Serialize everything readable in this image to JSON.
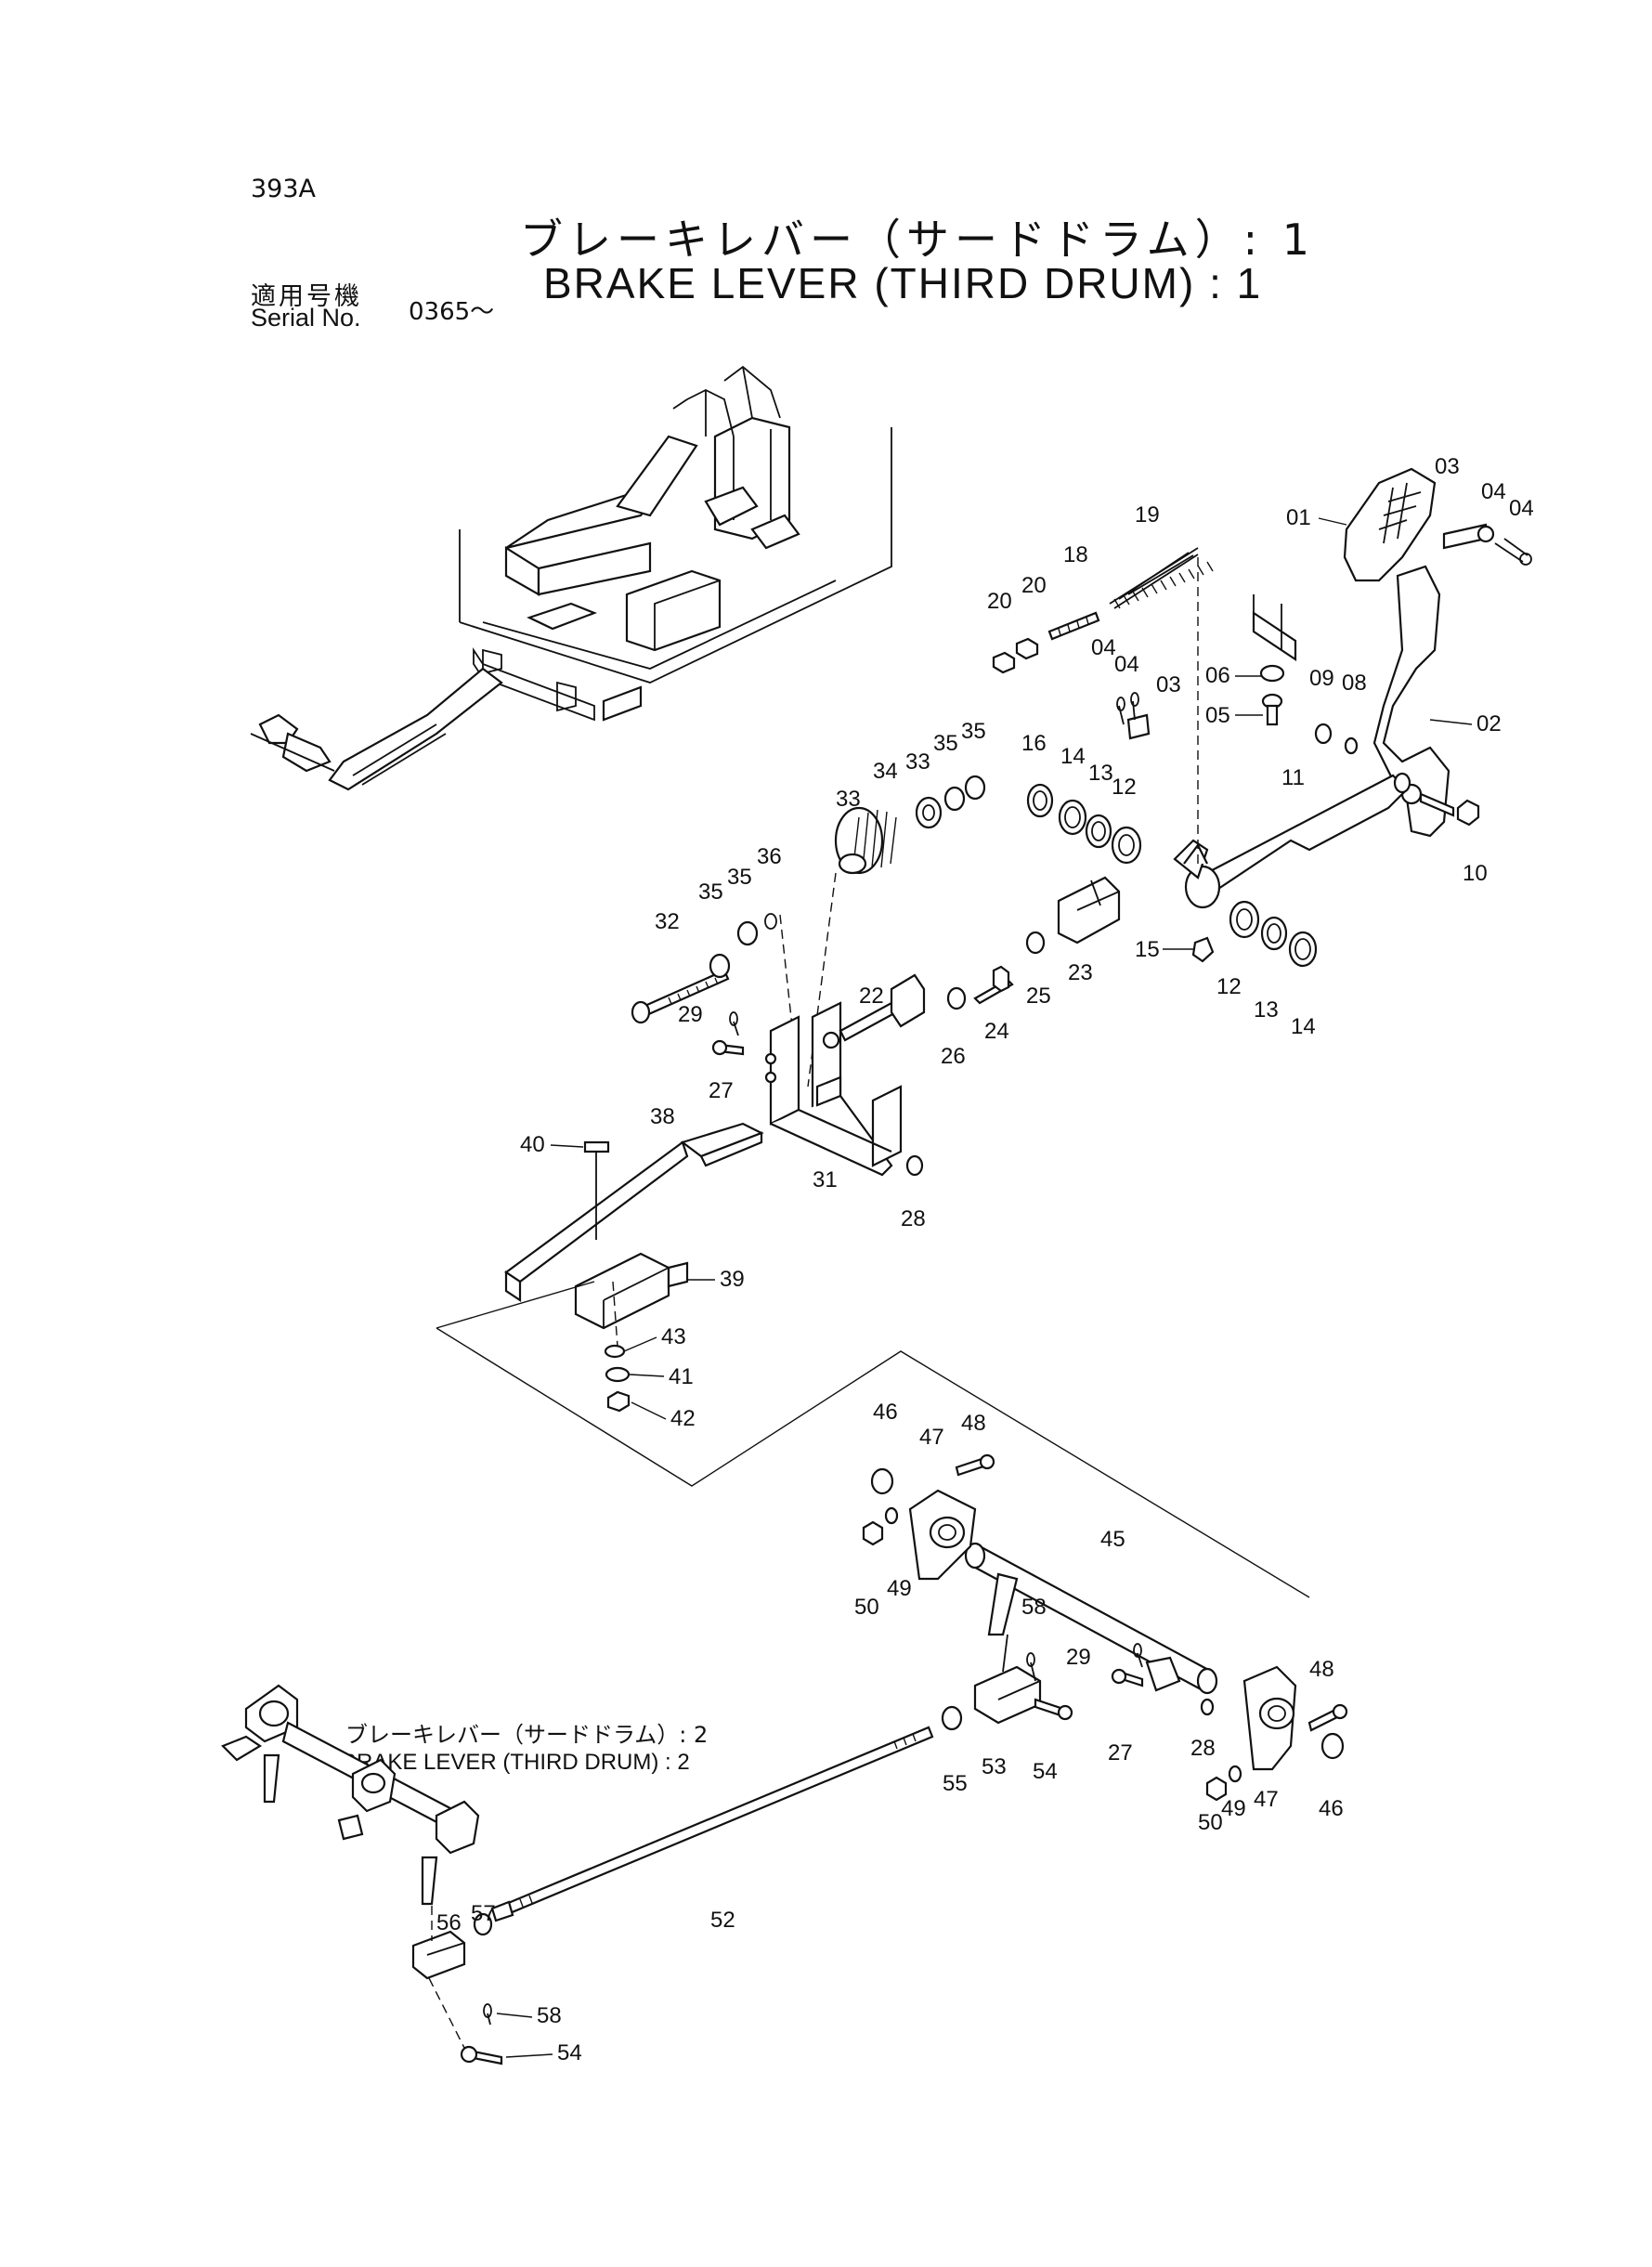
{
  "header": {
    "page_code": "393A",
    "title_jp": "ブレーキレバー（サードドラム）: 1",
    "title_en": "BRAKE LEVER (THIRD DRUM) : 1",
    "serial_label_jp": "適用号機",
    "serial_label_en": "Serial No.",
    "serial_value": "0365～"
  },
  "reference_note": {
    "label_jp": "ブレーキレバー（サードドラム）: 2",
    "label_en": "BRAKE LEVER (THIRD DRUM) : 2"
  },
  "callouts": [
    {
      "id": "c01",
      "text": "01"
    },
    {
      "id": "c02",
      "text": "02"
    },
    {
      "id": "c03a",
      "text": "03"
    },
    {
      "id": "c03b",
      "text": "03"
    },
    {
      "id": "c04a",
      "text": "04"
    },
    {
      "id": "c04b",
      "text": "04"
    },
    {
      "id": "c04c",
      "text": "04"
    },
    {
      "id": "c04d",
      "text": "04"
    },
    {
      "id": "c05",
      "text": "05"
    },
    {
      "id": "c06",
      "text": "06"
    },
    {
      "id": "c08",
      "text": "08"
    },
    {
      "id": "c09",
      "text": "09"
    },
    {
      "id": "c10",
      "text": "10"
    },
    {
      "id": "c11",
      "text": "11"
    },
    {
      "id": "c12a",
      "text": "12"
    },
    {
      "id": "c12b",
      "text": "12"
    },
    {
      "id": "c13a",
      "text": "13"
    },
    {
      "id": "c13b",
      "text": "13"
    },
    {
      "id": "c14a",
      "text": "14"
    },
    {
      "id": "c14b",
      "text": "14"
    },
    {
      "id": "c15",
      "text": "15"
    },
    {
      "id": "c16",
      "text": "16"
    },
    {
      "id": "c18",
      "text": "18"
    },
    {
      "id": "c19",
      "text": "19"
    },
    {
      "id": "c20a",
      "text": "20"
    },
    {
      "id": "c20b",
      "text": "20"
    },
    {
      "id": "c22",
      "text": "22"
    },
    {
      "id": "c23",
      "text": "23"
    },
    {
      "id": "c24",
      "text": "24"
    },
    {
      "id": "c25",
      "text": "25"
    },
    {
      "id": "c26",
      "text": "26"
    },
    {
      "id": "c27a",
      "text": "27"
    },
    {
      "id": "c27b",
      "text": "27"
    },
    {
      "id": "c28a",
      "text": "28"
    },
    {
      "id": "c28b",
      "text": "28"
    },
    {
      "id": "c29a",
      "text": "29"
    },
    {
      "id": "c29b",
      "text": "29"
    },
    {
      "id": "c31",
      "text": "31"
    },
    {
      "id": "c32",
      "text": "32"
    },
    {
      "id": "c33a",
      "text": "33"
    },
    {
      "id": "c33b",
      "text": "33"
    },
    {
      "id": "c34",
      "text": "34"
    },
    {
      "id": "c35a",
      "text": "35"
    },
    {
      "id": "c35b",
      "text": "35"
    },
    {
      "id": "c35c",
      "text": "35"
    },
    {
      "id": "c35d",
      "text": "35"
    },
    {
      "id": "c36",
      "text": "36"
    },
    {
      "id": "c38",
      "text": "38"
    },
    {
      "id": "c39",
      "text": "39"
    },
    {
      "id": "c40",
      "text": "40"
    },
    {
      "id": "c41",
      "text": "41"
    },
    {
      "id": "c42",
      "text": "42"
    },
    {
      "id": "c43",
      "text": "43"
    },
    {
      "id": "c45",
      "text": "45"
    },
    {
      "id": "c46a",
      "text": "46"
    },
    {
      "id": "c46b",
      "text": "46"
    },
    {
      "id": "c47a",
      "text": "47"
    },
    {
      "id": "c47b",
      "text": "47"
    },
    {
      "id": "c48a",
      "text": "48"
    },
    {
      "id": "c48b",
      "text": "48"
    },
    {
      "id": "c49a",
      "text": "49"
    },
    {
      "id": "c49b",
      "text": "49"
    },
    {
      "id": "c50a",
      "text": "50"
    },
    {
      "id": "c50b",
      "text": "50"
    },
    {
      "id": "c52",
      "text": "52"
    },
    {
      "id": "c53",
      "text": "53"
    },
    {
      "id": "c54a",
      "text": "54"
    },
    {
      "id": "c54b",
      "text": "54"
    },
    {
      "id": "c55",
      "text": "55"
    },
    {
      "id": "c56",
      "text": "56"
    },
    {
      "id": "c57",
      "text": "57"
    },
    {
      "id": "c58a",
      "text": "58"
    },
    {
      "id": "c58b",
      "text": "58"
    }
  ]
}
